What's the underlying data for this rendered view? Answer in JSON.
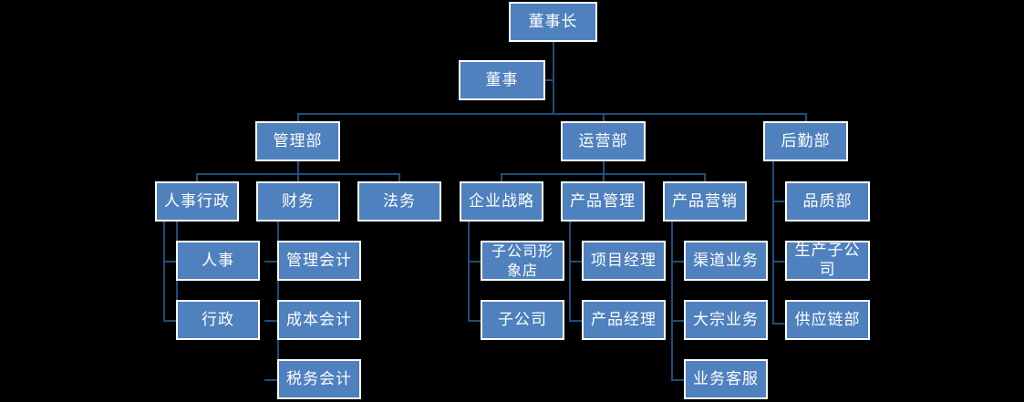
{
  "chart_data": {
    "type": "diagram",
    "title": "",
    "diagram_kind": "organization-chart",
    "orientation": "top-down",
    "background_color": "#000000",
    "node_fill_color": "#4e81bd",
    "node_border_color": "#ffffff",
    "connector_color": "#1f4e79",
    "text_color": "#ffffff",
    "levels": 4,
    "nodes": [
      {
        "id": "chairman",
        "label": "董事长",
        "level": 0,
        "parent": null
      },
      {
        "id": "director",
        "label": "董事",
        "level": 1,
        "parent": "chairman"
      },
      {
        "id": "mgmt_dept",
        "label": "管理部",
        "level": 2,
        "parent": "director"
      },
      {
        "id": "ops_dept",
        "label": "运营部",
        "level": 2,
        "parent": "director"
      },
      {
        "id": "logistics_dept",
        "label": "后勤部",
        "level": 2,
        "parent": "director"
      },
      {
        "id": "hr_admin",
        "label": "人事行政",
        "level": 3,
        "parent": "mgmt_dept"
      },
      {
        "id": "finance",
        "label": "财务",
        "level": 3,
        "parent": "mgmt_dept"
      },
      {
        "id": "legal",
        "label": "法务",
        "level": 3,
        "parent": "mgmt_dept"
      },
      {
        "id": "corp_strategy",
        "label": "企业战略",
        "level": 3,
        "parent": "ops_dept"
      },
      {
        "id": "product_mgmt",
        "label": "产品管理",
        "level": 3,
        "parent": "ops_dept"
      },
      {
        "id": "product_marketing",
        "label": "产品营销",
        "level": 3,
        "parent": "ops_dept"
      },
      {
        "id": "quality",
        "label": "品质部",
        "level": 3,
        "parent": "logistics_dept"
      },
      {
        "id": "production_sub",
        "label": "生产子公司",
        "level": 3,
        "parent": "logistics_dept"
      },
      {
        "id": "supply_chain",
        "label": "供应链部",
        "level": 3,
        "parent": "logistics_dept"
      },
      {
        "id": "hr",
        "label": "人事",
        "level": 4,
        "parent": "hr_admin"
      },
      {
        "id": "admin",
        "label": "行政",
        "level": 4,
        "parent": "hr_admin"
      },
      {
        "id": "mgmt_accounting",
        "label": "管理会计",
        "level": 4,
        "parent": "finance"
      },
      {
        "id": "cost_accounting",
        "label": "成本会计",
        "level": 4,
        "parent": "finance"
      },
      {
        "id": "tax_accounting",
        "label": "税务会计",
        "level": 4,
        "parent": "finance"
      },
      {
        "id": "sub_image_store",
        "label": "子公司形象店",
        "level": 4,
        "parent": "corp_strategy"
      },
      {
        "id": "subsidiary",
        "label": "子公司",
        "level": 4,
        "parent": "corp_strategy"
      },
      {
        "id": "project_manager",
        "label": "项目经理",
        "level": 4,
        "parent": "product_mgmt"
      },
      {
        "id": "product_manager",
        "label": "产品经理",
        "level": 4,
        "parent": "product_mgmt"
      },
      {
        "id": "channel_business",
        "label": "渠道业务",
        "level": 4,
        "parent": "product_marketing"
      },
      {
        "id": "bulk_business",
        "label": "大宗业务",
        "level": 4,
        "parent": "product_marketing"
      },
      {
        "id": "customer_service",
        "label": "业务客服",
        "level": 4,
        "parent": "product_marketing"
      }
    ]
  },
  "org": {
    "chairman": "董事长",
    "director": "董事",
    "departments": {
      "management": "管理部",
      "operations": "运营部",
      "logistics": "后勤部"
    },
    "management_children": {
      "hr_admin": "人事行政",
      "finance": "财务",
      "legal": "法务"
    },
    "operations_children": {
      "corp_strategy": "企业战略",
      "product_mgmt": "产品管理",
      "product_marketing": "产品营销"
    },
    "logistics_children": {
      "quality": "品质部",
      "production_sub": "生产子公司",
      "supply_chain": "供应链部"
    },
    "hr_admin_children": {
      "hr": "人事",
      "admin": "行政"
    },
    "finance_children": {
      "mgmt_accounting": "管理会计",
      "cost_accounting": "成本会计",
      "tax_accounting": "税务会计"
    },
    "corp_strategy_children": {
      "sub_image_store": "子公司形象店",
      "subsidiary": "子公司"
    },
    "product_mgmt_children": {
      "project_manager": "项目经理",
      "product_manager": "产品经理"
    },
    "product_marketing_children": {
      "channel_business": "渠道业务",
      "bulk_business": "大宗业务",
      "customer_service": "业务客服"
    }
  }
}
